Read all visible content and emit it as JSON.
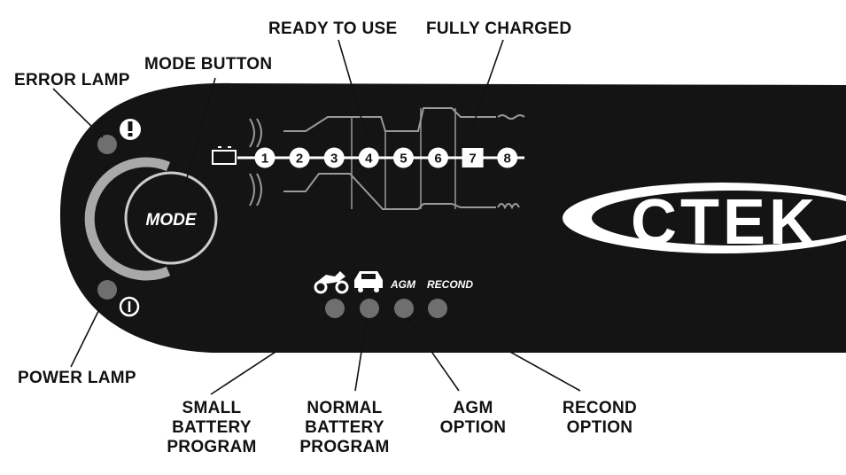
{
  "callouts": {
    "error_lamp": "ERROR LAMP",
    "mode_button": "MODE BUTTON",
    "ready_to_use": "READY TO USE",
    "fully_charged": "FULLY CHARGED",
    "power_lamp": "POWER LAMP",
    "small_battery_program": [
      "SMALL",
      "BATTERY",
      "PROGRAM"
    ],
    "normal_battery_program": [
      "NORMAL",
      "BATTERY",
      "PROGRAM"
    ],
    "agm_option": [
      "AGM",
      "OPTION"
    ],
    "recond_option": [
      "RECOND",
      "OPTION"
    ]
  },
  "panel": {
    "mode_button_label": "MODE",
    "brand_logo": "CTEK",
    "option_labels": {
      "agm": "AGM",
      "recond": "RECOND"
    },
    "option_icons": [
      "motorcycle-icon",
      "car-icon"
    ],
    "error_icon": "exclamation-icon",
    "power_icon": "power-icon",
    "battery_icon": "battery-icon"
  },
  "charging_steps": [
    "1",
    "2",
    "3",
    "4",
    "5",
    "6",
    "7",
    "8"
  ],
  "colors": {
    "panel": "#141414",
    "lamp": "#6f6f6f",
    "panel_line": "#9a9a9a",
    "text": "#111111",
    "mode_ring": "#a9a9a9"
  }
}
